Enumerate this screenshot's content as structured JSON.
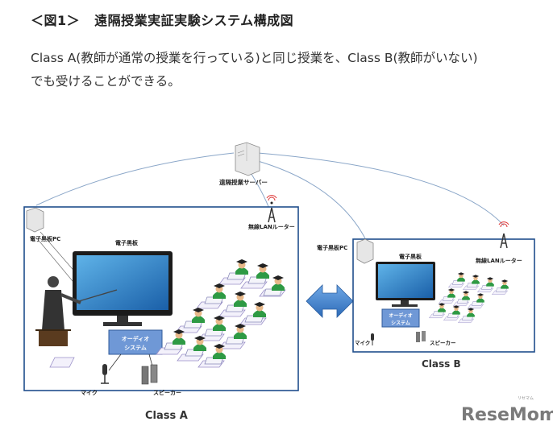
{
  "heading": {
    "figure_label": "＜図1＞",
    "title": "遠隔授業実証実験システム構成図"
  },
  "description": {
    "line1": "Class A(教師が通常の授業を行っている)と同じ授業を、Class B(教師がいない)",
    "line2": "でも受けることができる。"
  },
  "diagram": {
    "server_label": "遠隔授業サーバー",
    "class_a": {
      "name": "Class A",
      "pc_label": "電子黒板PC",
      "router_label": "無線LANルーター",
      "board_label": "電子黒板",
      "audio_label_1": "オーディオ",
      "audio_label_2": "システム",
      "mic_label": "マイク",
      "speaker_label": "スピーカー"
    },
    "class_b": {
      "name": "Class B",
      "pc_label": "電子黒板PC",
      "router_label": "無線LANルーター",
      "board_label": "電子黒板",
      "audio_label_1": "オーディオ",
      "audio_label_2": "システム",
      "mic_label": "マイク",
      "speaker_label": "スピーカー"
    }
  },
  "brand": {
    "name": "ReseMom",
    "tagline": "リセマム"
  },
  "colors": {
    "frame": "#1f4e8c",
    "arrow": "#3a7bc8",
    "audio_box": "#6f98d6",
    "student_body": "#2e9a44",
    "text": "#222222"
  }
}
